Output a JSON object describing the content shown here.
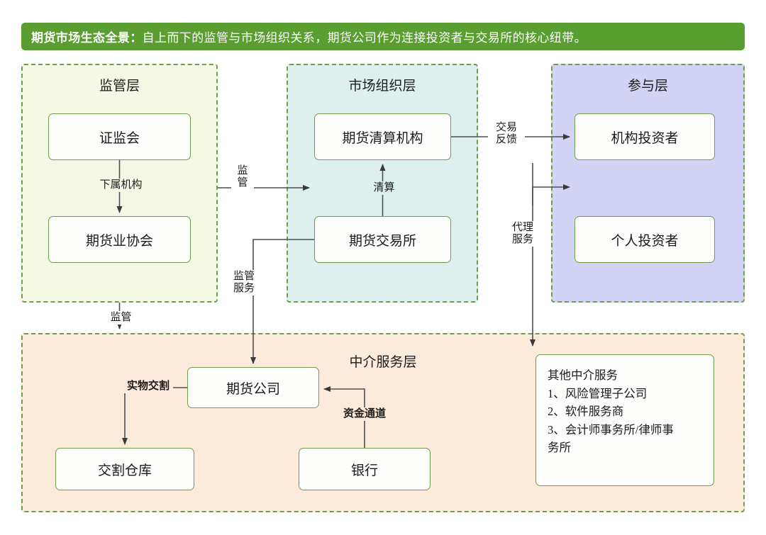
{
  "title": {
    "strong": "期货市场生态全景：",
    "rest": "自上而下的监管与市场组织关系，期货公司作为连接投资者与交易所的核心纽带。"
  },
  "colors": {
    "banner_green": "#5a9e32",
    "border_green": "#6f9d4e",
    "layer_regulatory_bg": "#f5f8e4",
    "layer_market_bg": "#ddf0ee",
    "layer_participant_bg": "#d3d3f6",
    "layer_intermediary_bg": "#fceadb",
    "node_bg": "#fdfdfb",
    "arrow_stroke": "#4f4f4f"
  },
  "layers": [
    {
      "id": "regulatory",
      "title": "监管层"
    },
    {
      "id": "market",
      "title": "市场组织层"
    },
    {
      "id": "participant",
      "title": "参与层"
    },
    {
      "id": "intermediary",
      "title": "中介服务层"
    }
  ],
  "nodes": {
    "csrc": "证监会",
    "association": "期货业协会",
    "clearing": "期货清算机构",
    "exchange": "期货交易所",
    "institutional": "机构投资者",
    "individual": "个人投资者",
    "futures_company": "期货公司",
    "warehouse": "交割仓库",
    "bank": "银行"
  },
  "other_services": {
    "heading": "其他中介服务",
    "items": [
      "1、风险管理子公司",
      "2、软件服务商",
      "3、会计师事务所/律师事",
      "务所"
    ]
  },
  "edges": {
    "subordinate": "下属机构",
    "supervise_line1": "监",
    "supervise_line2": "管",
    "clearing_label": "清算",
    "trade_feedback_line1": "交易",
    "trade_feedback_line2": "反馈",
    "agency_line1": "代理",
    "agency_line2": "服务",
    "supervise_service_line1": "监管",
    "supervise_service_line2": "服务",
    "supervise_short": "监管",
    "physical_delivery": "实物交割",
    "fund_channel": "资金通道"
  }
}
